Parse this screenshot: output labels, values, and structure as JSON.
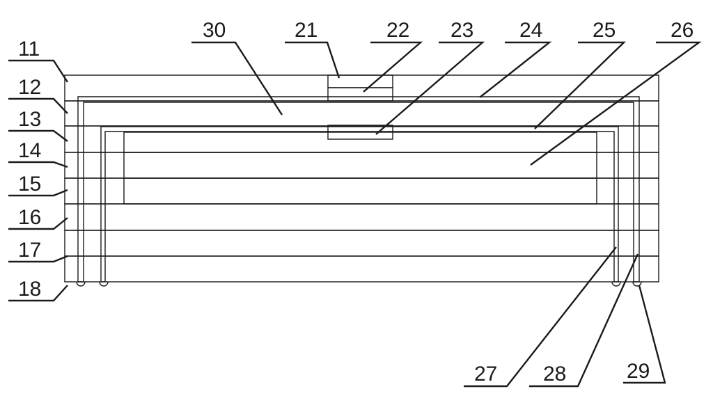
{
  "labels": {
    "l11": "11",
    "l12": "12",
    "l13": "13",
    "l14": "14",
    "l15": "15",
    "l16": "16",
    "l17": "17",
    "l18": "18",
    "l21": "21",
    "l22": "22",
    "l23": "23",
    "l24": "24",
    "l25": "25",
    "l26": "26",
    "l27": "27",
    "l28": "28",
    "l29": "29",
    "l30": "30"
  },
  "colors": {
    "line": "#1a1a1a",
    "fill": "#ffffff"
  }
}
